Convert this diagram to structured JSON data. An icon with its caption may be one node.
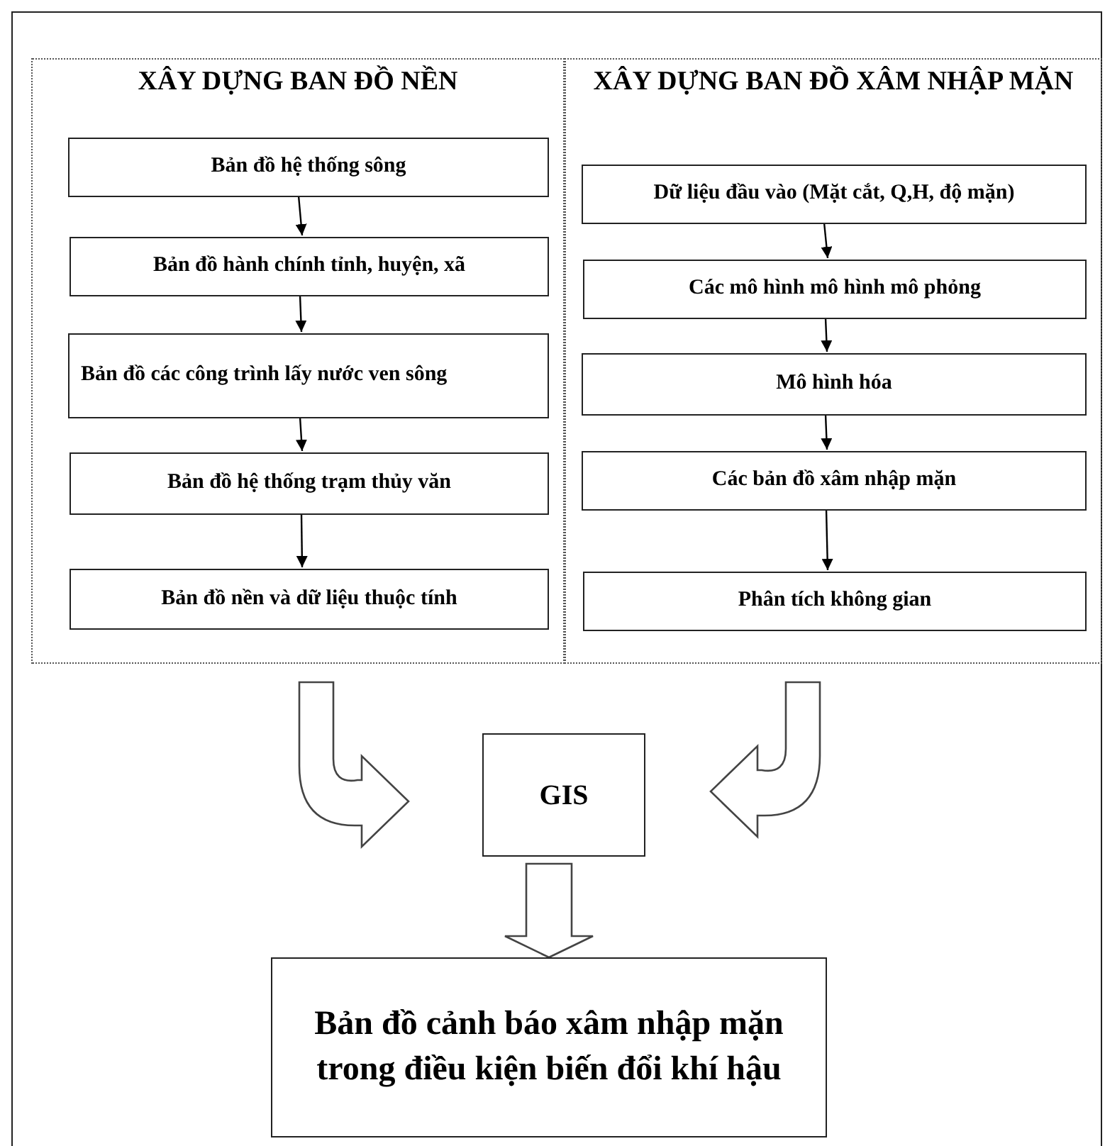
{
  "diagram": {
    "nodes": [
      {
        "text": [
          "XÂY DỰNG BAN ĐỒ NỀN"
        ]
      },
      {
        "text": [
          "Bản đồ hệ thống sông"
        ],
        "in": 0
      },
      {
        "text": [
          "Bản đồ hành chính tỉnh, huyện, xã"
        ],
        "in": 0
      },
      {
        "text": [
          "Bản đồ các công trình lấy nước ven sông"
        ],
        "in": 0
      },
      {
        "text": [
          "Bản đồ hệ thống trạm thủy văn"
        ],
        "in": 0
      },
      {
        "text": [
          "Bản đồ nền và dữ liệu thuộc tính"
        ],
        "in": 0
      },
      {
        "text": [
          "XÂY DỰNG BAN ĐỒ XÂM NHẬP MẶN"
        ]
      },
      {
        "text": [
          "Dữ liệu đầu vào (Mặt cắt, Q,H, độ mặn)"
        ],
        "in": 6
      },
      {
        "text": [
          "Các mô hình mô hình mô phỏng"
        ],
        "in": 6
      },
      {
        "text": [
          "Mô hình hóa"
        ],
        "in": 6
      },
      {
        "text": [
          "Các bản đồ xâm nhập mặn"
        ],
        "in": 6
      },
      {
        "text": [
          "Phân tích không gian"
        ],
        "in": 6
      },
      {
        "text": [
          "GIS"
        ]
      },
      {
        "text": [
          "Bản đồ cảnh báo xâm nhập mặn trong điều kiện biến đổi khí hậu"
        ]
      }
    ],
    "edges": [
      {
        "from": 1,
        "to": 2,
        "arrow": "to"
      },
      {
        "from": 2,
        "to": 3,
        "arrow": "to"
      },
      {
        "from": 3,
        "to": 4,
        "arrow": "to"
      },
      {
        "from": 4,
        "to": 5,
        "arrow": "to"
      },
      {
        "from": 7,
        "to": 8,
        "arrow": "to"
      },
      {
        "from": 8,
        "to": 9,
        "arrow": "to"
      },
      {
        "from": 9,
        "to": 10,
        "arrow": "to"
      },
      {
        "from": 10,
        "to": 11,
        "arrow": "to"
      },
      {
        "from": 0,
        "to": 12,
        "arrow": "to",
        "style": "thick"
      },
      {
        "from": 6,
        "to": 12,
        "arrow": "to",
        "style": "thick"
      },
      {
        "from": 12,
        "to": 13,
        "arrow": "to",
        "style": "thick"
      }
    ]
  }
}
